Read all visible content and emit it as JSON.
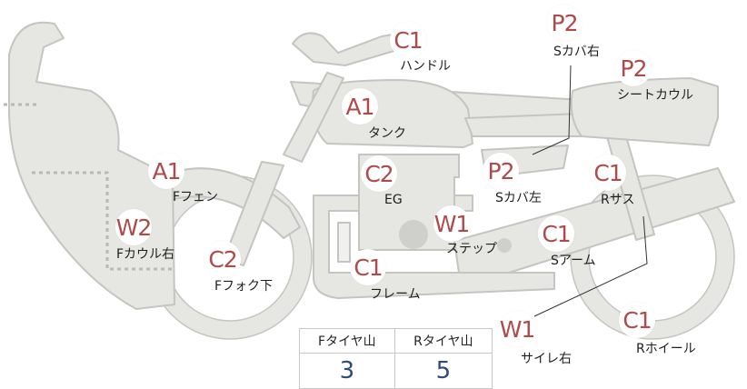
{
  "parts": [
    {
      "key": "handle",
      "code": "C1",
      "name": "ハンドル"
    },
    {
      "key": "seat_cover_right",
      "code": "P2",
      "name": "Sカバ右"
    },
    {
      "key": "seat_cowl",
      "code": "P2",
      "name": "シートカウル"
    },
    {
      "key": "tank",
      "code": "A1",
      "name": "タンク"
    },
    {
      "key": "front_fender",
      "code": "A1",
      "name": "Fフェン"
    },
    {
      "key": "engine",
      "code": "C2",
      "name": "EG"
    },
    {
      "key": "seat_cover_left",
      "code": "P2",
      "name": "Sカバ左"
    },
    {
      "key": "rear_suspension",
      "code": "C1",
      "name": "Rサス"
    },
    {
      "key": "front_cowl_right",
      "code": "W2",
      "name": "Fカウル右"
    },
    {
      "key": "step",
      "code": "W1",
      "name": "ステップ"
    },
    {
      "key": "swing_arm",
      "code": "C1",
      "name": "Sアーム"
    },
    {
      "key": "front_fork_lower",
      "code": "C2",
      "name": "Fフォク下"
    },
    {
      "key": "frame",
      "code": "C1",
      "name": "フレーム"
    },
    {
      "key": "muffler_right",
      "code": "W1",
      "name": "サイレ右"
    },
    {
      "key": "rear_wheel",
      "code": "C1",
      "name": "Rホイール"
    }
  ],
  "tire_table": {
    "headers": [
      "Fタイヤ山",
      "Rタイヤ山"
    ],
    "values": [
      "3",
      "5"
    ]
  },
  "colors": {
    "body_fill": "#e6e6e3",
    "body_stroke": "#c4c4c0",
    "badge_text": "#b04a4a",
    "value_text": "#2e4b7a"
  }
}
